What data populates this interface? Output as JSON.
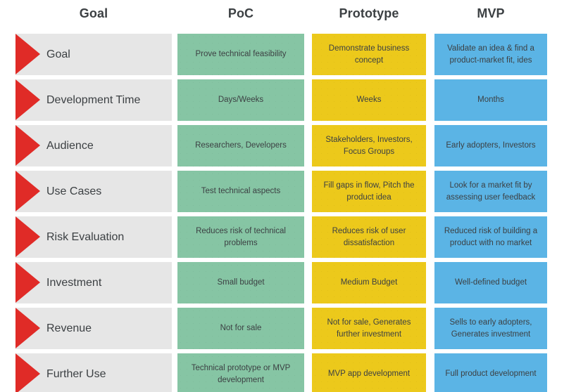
{
  "columns": [
    {
      "key": "goal",
      "label": "Goal"
    },
    {
      "key": "poc",
      "label": "PoC"
    },
    {
      "key": "prototype",
      "label": "Prototype"
    },
    {
      "key": "mvp",
      "label": "MVP"
    }
  ],
  "colors": {
    "label_cell": "#e6e6e6",
    "arrow": "#e02b27",
    "poc": "#86c5a4",
    "prototype": "#ecc91b",
    "mvp": "#5bb4e5",
    "text": "#3c4043",
    "background": "#ffffff"
  },
  "rows": [
    {
      "label": "Goal",
      "poc": "Prove technical feasibility",
      "prototype": "Demonstrate business concept",
      "mvp": "Validate an idea & find a product-market fit, ides"
    },
    {
      "label": "Development Time",
      "poc": "Days/Weeks",
      "prototype": "Weeks",
      "mvp": "Months"
    },
    {
      "label": "Audience",
      "poc": "Researchers, Developers",
      "prototype": "Stakeholders, Investors, Focus Groups",
      "mvp": "Early adopters, Investors"
    },
    {
      "label": "Use Cases",
      "poc": "Test technical aspects",
      "prototype": "Fill gaps in flow, Pitch the product idea",
      "mvp": "Look for a market fit by assessing user feedback"
    },
    {
      "label": "Risk Evaluation",
      "poc": "Reduces risk of technical problems",
      "prototype": "Reduces risk of user dissatisfaction",
      "mvp": "Reduced risk of building a product with no market"
    },
    {
      "label": "Investment",
      "poc": "Small budget",
      "prototype": "Medium Budget",
      "mvp": "Well-defined budget"
    },
    {
      "label": "Revenue",
      "poc": "Not for sale",
      "prototype": "Not for sale, Generates further investment",
      "mvp": "Sells to early adopters, Generates investment"
    },
    {
      "label": "Further Use",
      "poc": "Technical prototype or MVP development",
      "prototype": "MVP app development",
      "mvp": "Full product development"
    }
  ]
}
